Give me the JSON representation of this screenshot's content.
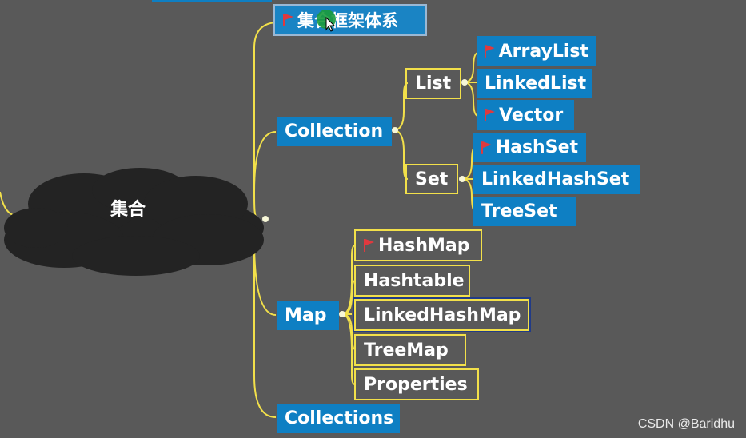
{
  "title_node": "集合框架体系",
  "root": "集合",
  "branches": {
    "collection": "Collection",
    "list": "List",
    "arraylist": "ArrayList",
    "linkedlist": "LinkedList",
    "vector": "Vector",
    "set": "Set",
    "hashset": "HashSet",
    "linkedhashset": "LinkedHashSet",
    "treeset": "TreeSet",
    "map": "Map",
    "hashmap": "HashMap",
    "hashtable": "Hashtable",
    "linkedhashmap": "LinkedHashMap",
    "treemap": "TreeMap",
    "properties": "Properties",
    "collections": "Collections"
  },
  "flagged": [
    "title_node",
    "arraylist",
    "vector",
    "hashset",
    "hashmap"
  ],
  "colors": {
    "background": "#595959",
    "topic_blue": "#0e7fc3",
    "line_yellow": "#f2e04a",
    "flag_red": "#e0393e",
    "cloud": "#232323"
  },
  "watermark": "CSDN @Baridhu"
}
